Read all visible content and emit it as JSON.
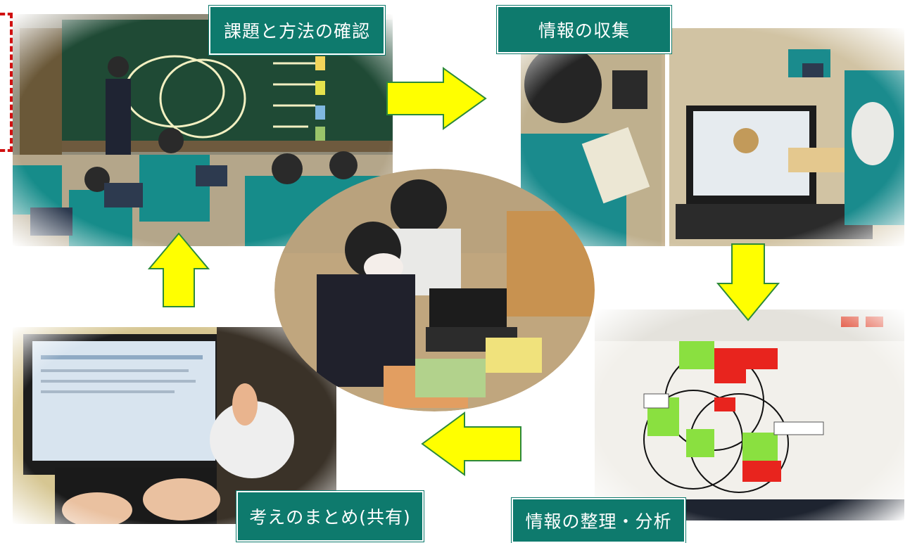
{
  "labels": {
    "step1": "課題と方法の確認",
    "step2": "情報の収集",
    "step3": "情報の整理・分析",
    "step4": "考えのまとめ(共有)"
  },
  "colors": {
    "label_bg": "#0e7a6d",
    "arrow_fill": "#ffff00",
    "arrow_stroke": "#2d8a3a",
    "highlight_frame": "#d01010"
  },
  "icons": [
    "arrow-right-icon",
    "arrow-down-icon",
    "arrow-left-icon",
    "arrow-up-icon"
  ]
}
